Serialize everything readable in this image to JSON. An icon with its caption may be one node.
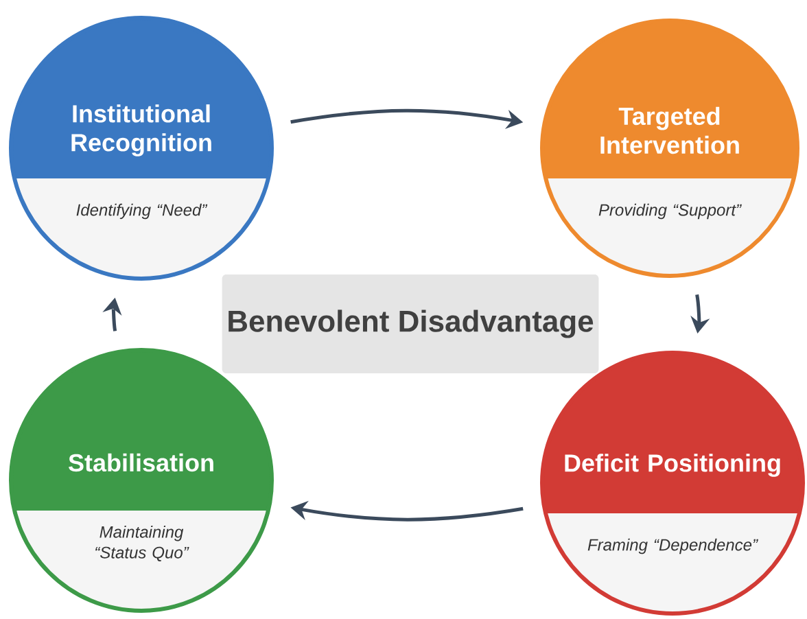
{
  "diagram": {
    "nodes": [
      {
        "text": [
          "Institutional Recognition",
          "Identifying “Need”"
        ]
      },
      {
        "text": [
          "Targeted Intervention",
          "Providing “Support”"
        ]
      },
      {
        "text": [
          "Benevolent Disadvantage"
        ]
      },
      {
        "text": [
          "Stabilisation",
          "Maintaining “Status Quo”"
        ]
      },
      {
        "text": [
          "Deficit Positioning",
          "Framing “Dependence”"
        ]
      }
    ],
    "edges": [
      {
        "from": 0,
        "to": 1,
        "arrow": "to"
      },
      {
        "from": 1,
        "to": 4,
        "arrow": "to"
      },
      {
        "from": 4,
        "to": 3,
        "arrow": "to"
      },
      {
        "from": 3,
        "to": 0,
        "arrow": "to"
      }
    ]
  }
}
